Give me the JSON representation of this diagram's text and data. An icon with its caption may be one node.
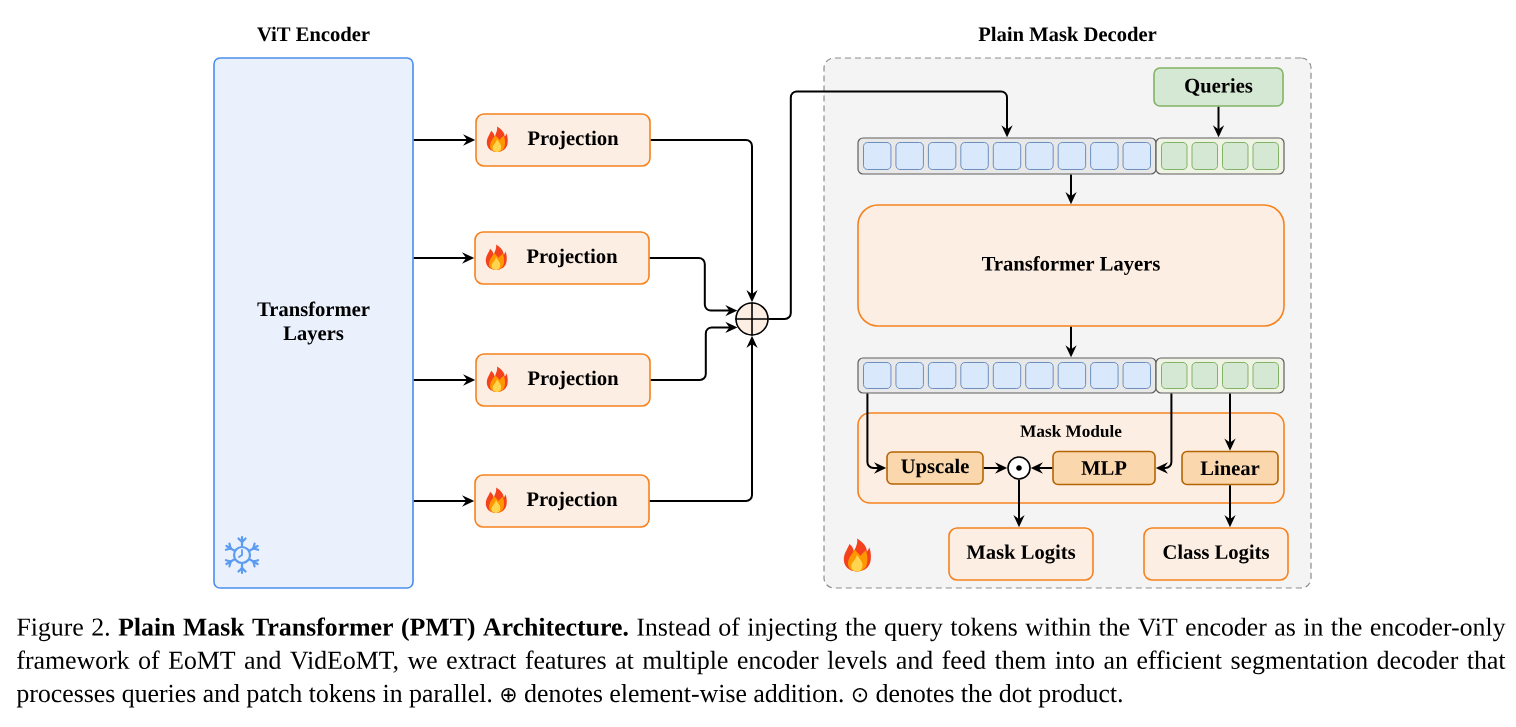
{
  "diagram": {
    "caption": "Figure 2. **Plain Mask Transformer (PMT) Architecture.** Instead of injecting the query tokens within the ViT encoder as in the encoder-only framework of EoMT and VidEoMT, we extract features at multiple encoder levels and feed them into an efficient segmentation decoder that processes queries and patch tokens in parallel. ⊕ denotes element-wise addition. ⊙ denotes the dot product.",
    "nodes": [
      {
        "text": [
          "ViT Encoder",
          "Transformer Layers"
        ]
      },
      {
        "text": [
          "Projection"
        ]
      },
      {
        "text": [
          "Projection"
        ]
      },
      {
        "text": [
          "Projection"
        ]
      },
      {
        "text": [
          "Projection"
        ]
      },
      {
        "text": [],
        "shape": "circle"
      },
      {
        "text": [
          "Plain Mask Decoder"
        ]
      },
      {
        "text": [
          "Queries"
        ],
        "in": 6
      },
      {
        "text": [],
        "shape": "bar",
        "in": 6
      },
      {
        "text": [],
        "shape": "bar",
        "in": 6
      },
      {
        "text": [
          "Transformer Layers"
        ],
        "in": 6
      },
      {
        "text": [],
        "shape": "bar",
        "in": 6
      },
      {
        "text": [],
        "shape": "bar",
        "in": 6
      },
      {
        "text": [
          "Mask Module"
        ],
        "in": 6
      },
      {
        "text": [
          "Upscale"
        ],
        "in": 13
      },
      {
        "text": [],
        "shape": "circle",
        "in": 13
      },
      {
        "text": [
          "MLP"
        ],
        "in": 13
      },
      {
        "text": [
          "Linear"
        ],
        "in": 13
      },
      {
        "text": [
          "Mask Logits"
        ],
        "in": 6
      },
      {
        "text": [
          "Class Logits"
        ],
        "in": 6
      }
    ],
    "edges": [
      {
        "from": 0,
        "to": 1,
        "arrow": "to"
      },
      {
        "from": 0,
        "to": 2,
        "arrow": "to"
      },
      {
        "from": 0,
        "to": 3,
        "arrow": "to"
      },
      {
        "from": 0,
        "to": 4,
        "arrow": "to"
      },
      {
        "from": 1,
        "to": 5,
        "arrow": "to"
      },
      {
        "from": 2,
        "to": 5,
        "arrow": "to"
      },
      {
        "from": 3,
        "to": 5,
        "arrow": "to"
      },
      {
        "from": 4,
        "to": 5,
        "arrow": "to"
      },
      {
        "from": 5,
        "to": 8,
        "arrow": "to"
      },
      {
        "from": 7,
        "to": 9,
        "arrow": "to"
      },
      {
        "from": 8,
        "to": 10,
        "arrow": "to"
      },
      {
        "from": 10,
        "to": 11,
        "arrow": "to"
      },
      {
        "from": 11,
        "to": 14,
        "arrow": "to"
      },
      {
        "from": 12,
        "to": 16,
        "arrow": "to"
      },
      {
        "from": 12,
        "to": 17,
        "arrow": "to"
      },
      {
        "from": 14,
        "to": 15,
        "arrow": "to"
      },
      {
        "from": 16,
        "to": 15,
        "arrow": "to"
      },
      {
        "from": 15,
        "to": 18,
        "arrow": "to"
      },
      {
        "from": 17,
        "to": 19,
        "arrow": "to"
      }
    ]
  }
}
